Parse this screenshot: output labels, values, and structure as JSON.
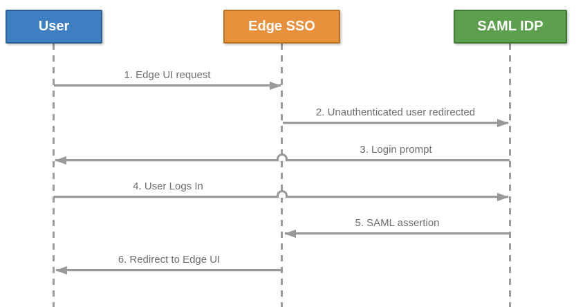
{
  "actors": [
    {
      "id": "user",
      "label": "User",
      "fill": "#3E7FC1",
      "border": "#2D5E8E"
    },
    {
      "id": "edge-sso",
      "label": "Edge SSO",
      "fill": "#E8913C",
      "border": "#B9701F"
    },
    {
      "id": "saml-idp",
      "label": "SAML IDP",
      "fill": "#5CA04D",
      "border": "#3F7A33"
    }
  ],
  "messages": [
    {
      "label": "1. Edge UI request",
      "from": "user",
      "to": "edge-sso"
    },
    {
      "label": "2. Unauthenticated user redirected",
      "from": "edge-sso",
      "to": "saml-idp"
    },
    {
      "label": "3. Login prompt",
      "from": "saml-idp",
      "to": "user"
    },
    {
      "label": "4. User Logs In",
      "from": "user",
      "to": "saml-idp"
    },
    {
      "label": "5. SAML assertion",
      "from": "saml-idp",
      "to": "edge-sso"
    },
    {
      "label": "6. Redirect to Edge UI",
      "from": "edge-sso",
      "to": "user"
    }
  ],
  "colors": {
    "arrow": "#999999",
    "label_text": "#6E6E6E",
    "lifeline": "#9A9A9A",
    "background": "#FFFFFF"
  }
}
